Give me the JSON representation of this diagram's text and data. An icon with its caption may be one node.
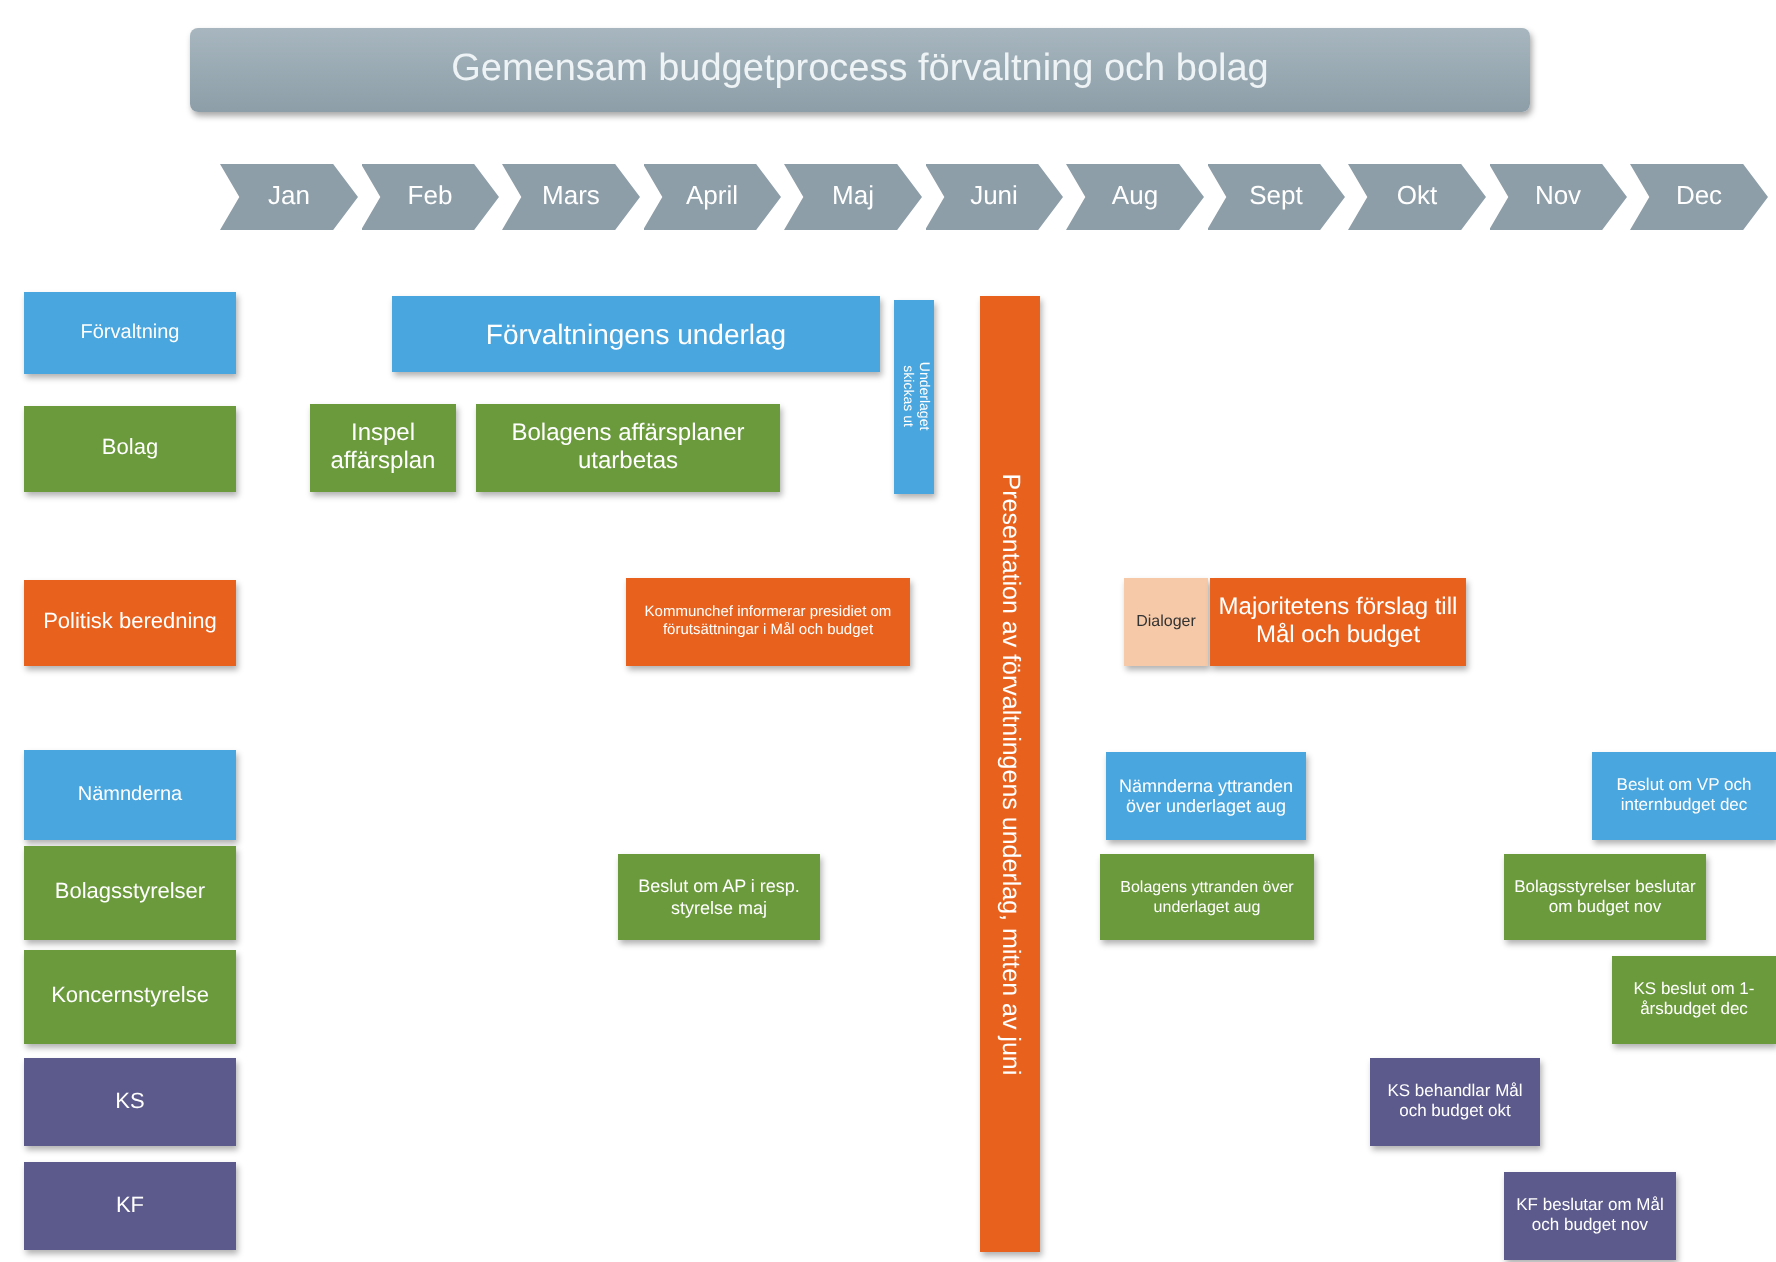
{
  "diagram": {
    "title": "Gemensam budgetprocess förvaltning och bolag",
    "nodes": [
      {
        "text": [
          "Jan"
        ]
      },
      {
        "text": [
          "Feb"
        ]
      },
      {
        "text": [
          "Mars"
        ]
      },
      {
        "text": [
          "April"
        ]
      },
      {
        "text": [
          "Maj"
        ]
      },
      {
        "text": [
          "Juni"
        ]
      },
      {
        "text": [
          "Aug"
        ]
      },
      {
        "text": [
          "Sept"
        ]
      },
      {
        "text": [
          "Okt"
        ]
      },
      {
        "text": [
          "Nov"
        ]
      },
      {
        "text": [
          "Dec"
        ]
      },
      {
        "text": [
          "Förvaltning"
        ]
      },
      {
        "text": [
          "Bolag"
        ]
      },
      {
        "text": [
          "Politisk beredning"
        ]
      },
      {
        "text": [
          "Nämnderna"
        ]
      },
      {
        "text": [
          "Bolagsstyrelser"
        ]
      },
      {
        "text": [
          "Koncernstyrelse"
        ]
      },
      {
        "text": [
          "KS"
        ]
      },
      {
        "text": [
          "KF"
        ]
      },
      {
        "text": [
          "Förvaltningens underlag"
        ]
      },
      {
        "text": [
          "Underlaget skickas ut"
        ]
      },
      {
        "text": [
          "Inspel affärsplan"
        ]
      },
      {
        "text": [
          "Bolagens affärsplaner utarbetas"
        ]
      },
      {
        "text": [
          "Kommunchef informerar presidiet om förutsättningar i Mål och budget"
        ]
      },
      {
        "text": [
          "Presentation av förvaltningens underlag, mitten av juni"
        ]
      },
      {
        "text": [
          "Dialoger"
        ]
      },
      {
        "text": [
          "Majoritetens förslag till Mål och budget"
        ]
      },
      {
        "text": [
          "Beslut om AP i resp. styrelse maj"
        ]
      },
      {
        "text": [
          "Nämnderna yttranden över underlaget aug"
        ]
      },
      {
        "text": [
          "Bolagens yttranden över underlaget aug"
        ]
      },
      {
        "text": [
          "Beslut om VP och internbudget dec"
        ]
      },
      {
        "text": [
          "Bolagsstyrelser beslutar om budget nov"
        ]
      },
      {
        "text": [
          "KS beslut om 1-årsbudget dec"
        ]
      },
      {
        "text": [
          "KS behandlar Mål och budget okt"
        ]
      },
      {
        "text": [
          "KF beslutar om Mål och budget nov"
        ]
      }
    ],
    "edges": []
  }
}
